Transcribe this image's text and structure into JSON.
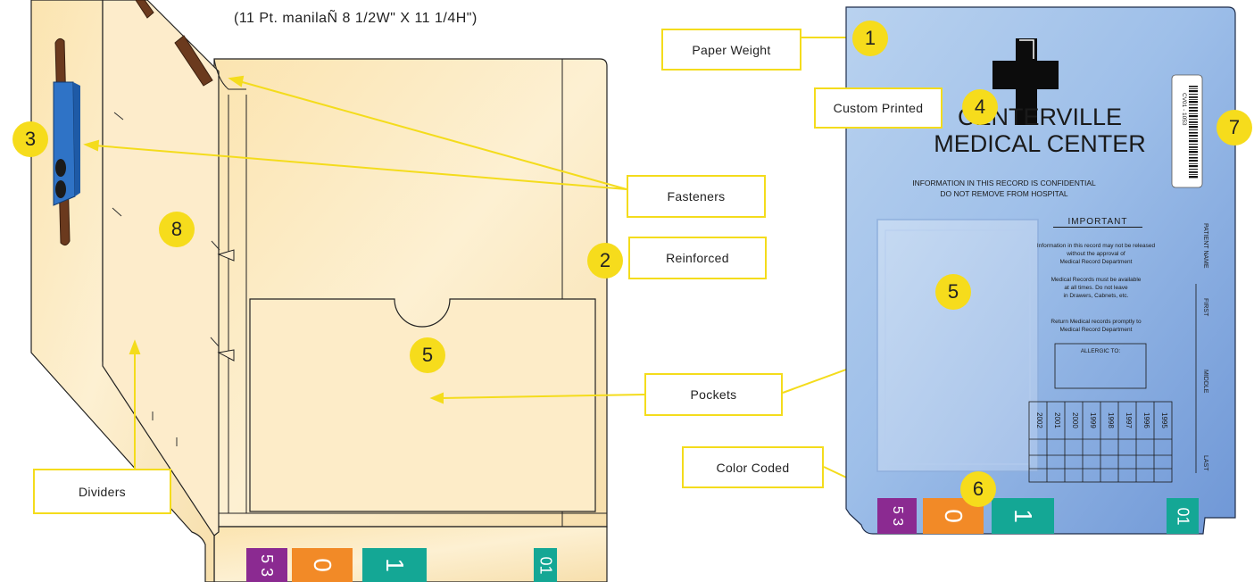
{
  "spec_line": "(11 Pt. manilaÑ 8 1/2W\"  X  11 1/4H\")",
  "callouts": {
    "paper_weight": "Paper Weight",
    "custom_printed": "Custom Printed",
    "fasteners": "Fasteners",
    "reinforced": "Reinforced",
    "pockets": "Pockets",
    "color_coded": "Color Coded",
    "dividers": "Dividers"
  },
  "badges": {
    "b1": "1",
    "b2": "2",
    "b3": "3",
    "b4": "4",
    "b5_left": "5",
    "b5_right": "5",
    "b6": "6",
    "b7": "7",
    "b8": "8"
  },
  "record": {
    "name_line1": "CENTERVILLE",
    "name_line2": "MEDICAL CENTER",
    "confidential_1": "INFORMATION IN THIS RECORD IS CONFIDENTIAL",
    "confidential_2": "DO NOT REMOVE FROM HOSPITAL",
    "important": "IMPORTANT",
    "note1_a": "Information in this record may not be released",
    "note1_b": "without the approval of",
    "note1_c": "Medical Record Department",
    "note2_a": "Medical Records must be available",
    "note2_b": "at all times. Do not leave",
    "note2_c": "in Drawers, Cabnets, etc.",
    "note3_a": "Return Medical records promptly to",
    "note3_b": "Medical Record Department",
    "allergic": "ALLERGIC TO:",
    "barcode_text": "CV01 - 1053",
    "patient_name": "PATIENT NAME",
    "first": "FIRST",
    "middle": "MIDDLE",
    "last": "LAST",
    "years": [
      "2002",
      "2001",
      "2000",
      "1999",
      "1998",
      "1997",
      "1996",
      "1995"
    ]
  },
  "tabs": {
    "purple": "5 3",
    "orange": "0",
    "teal": "1",
    "small": "01"
  },
  "colors": {
    "manila": "#fbe6b6",
    "outline": "#222222",
    "callout_border": "#f4dc1c",
    "badge": "#f6dc1c",
    "purple_tab": "#8b2a91",
    "orange_tab": "#f28a27",
    "teal_tab": "#14a795",
    "record_blue": "#8fb3e4",
    "fastener_blue": "#2f73c6",
    "fastener_brown": "#6b3a1e"
  }
}
